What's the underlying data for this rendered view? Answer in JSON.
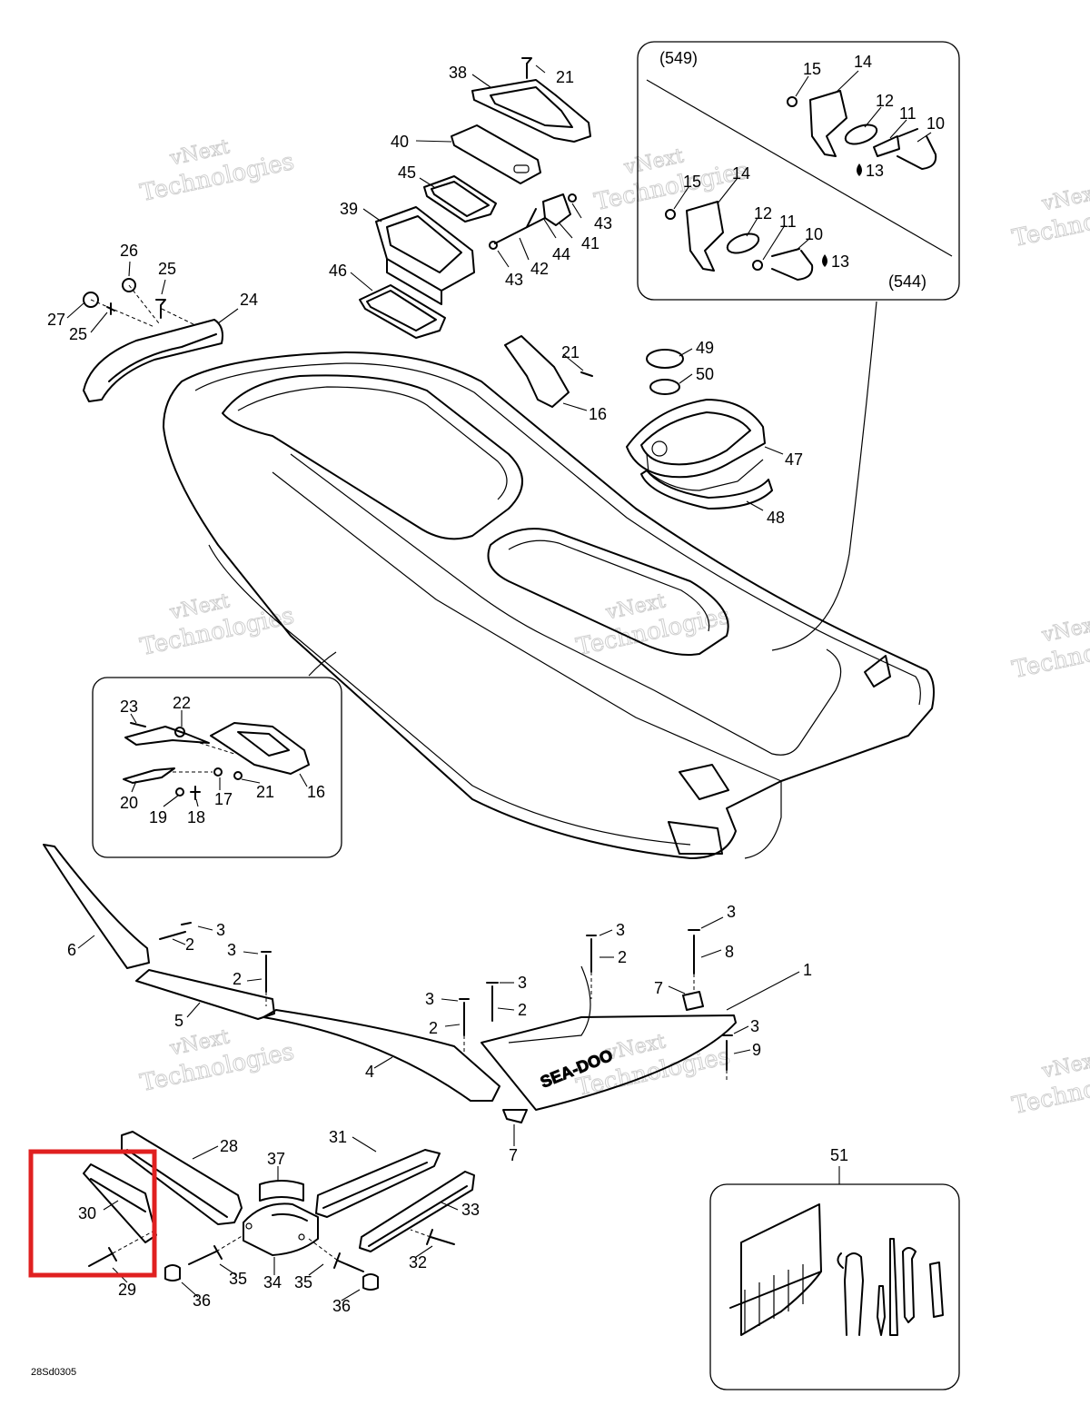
{
  "diagram_code": "28Sd0305",
  "inset_top_labels": [
    "(549)",
    "(544)"
  ],
  "kit_label": "51",
  "callouts": [
    {
      "id": "c21a",
      "text": "21"
    },
    {
      "id": "c38",
      "text": "38"
    },
    {
      "id": "c40",
      "text": "40"
    },
    {
      "id": "c45",
      "text": "45"
    },
    {
      "id": "c39",
      "text": "39"
    },
    {
      "id": "c43a",
      "text": "43"
    },
    {
      "id": "c44",
      "text": "44"
    },
    {
      "id": "c41",
      "text": "41"
    },
    {
      "id": "c42",
      "text": "42"
    },
    {
      "id": "c43b",
      "text": "43"
    },
    {
      "id": "c46",
      "text": "46"
    },
    {
      "id": "c15a",
      "text": "15"
    },
    {
      "id": "c14a",
      "text": "14"
    },
    {
      "id": "c12a",
      "text": "12"
    },
    {
      "id": "c11a",
      "text": "11"
    },
    {
      "id": "c10a",
      "text": "10"
    },
    {
      "id": "c13a",
      "text": "13"
    },
    {
      "id": "c15b",
      "text": "15"
    },
    {
      "id": "c14b",
      "text": "14"
    },
    {
      "id": "c12b",
      "text": "12"
    },
    {
      "id": "c11b",
      "text": "11"
    },
    {
      "id": "c10b",
      "text": "10"
    },
    {
      "id": "c13b",
      "text": "13"
    },
    {
      "id": "c26",
      "text": "26"
    },
    {
      "id": "c25a",
      "text": "25"
    },
    {
      "id": "c24",
      "text": "24"
    },
    {
      "id": "c27",
      "text": "27"
    },
    {
      "id": "c25b",
      "text": "25"
    },
    {
      "id": "c21b",
      "text": "21"
    },
    {
      "id": "c16a",
      "text": "16"
    },
    {
      "id": "c49",
      "text": "49"
    },
    {
      "id": "c50",
      "text": "50"
    },
    {
      "id": "c47",
      "text": "47"
    },
    {
      "id": "c48",
      "text": "48"
    },
    {
      "id": "c23",
      "text": "23"
    },
    {
      "id": "c22",
      "text": "22"
    },
    {
      "id": "c20",
      "text": "20"
    },
    {
      "id": "c17",
      "text": "17"
    },
    {
      "id": "c21c",
      "text": "21"
    },
    {
      "id": "c16b",
      "text": "16"
    },
    {
      "id": "c19",
      "text": "19"
    },
    {
      "id": "c18",
      "text": "18"
    },
    {
      "id": "c6",
      "text": "6"
    },
    {
      "id": "c3a",
      "text": "3"
    },
    {
      "id": "c2a",
      "text": "2"
    },
    {
      "id": "c3b",
      "text": "3"
    },
    {
      "id": "c2b",
      "text": "2"
    },
    {
      "id": "c5",
      "text": "5"
    },
    {
      "id": "c4",
      "text": "4"
    },
    {
      "id": "c3c",
      "text": "3"
    },
    {
      "id": "c2c",
      "text": "2"
    },
    {
      "id": "c3d",
      "text": "3"
    },
    {
      "id": "c2d",
      "text": "2"
    },
    {
      "id": "c3e",
      "text": "3"
    },
    {
      "id": "c2e",
      "text": "2"
    },
    {
      "id": "c3f",
      "text": "3"
    },
    {
      "id": "c8",
      "text": "8"
    },
    {
      "id": "c7a",
      "text": "7"
    },
    {
      "id": "c1",
      "text": "1"
    },
    {
      "id": "c3g",
      "text": "3"
    },
    {
      "id": "c9",
      "text": "9"
    },
    {
      "id": "c7b",
      "text": "7"
    },
    {
      "id": "c28",
      "text": "28"
    },
    {
      "id": "c37",
      "text": "37"
    },
    {
      "id": "c31",
      "text": "31"
    },
    {
      "id": "c30",
      "text": "30"
    },
    {
      "id": "c33",
      "text": "33"
    },
    {
      "id": "c29",
      "text": "29"
    },
    {
      "id": "c36a",
      "text": "36"
    },
    {
      "id": "c35a",
      "text": "35"
    },
    {
      "id": "c34",
      "text": "34"
    },
    {
      "id": "c35b",
      "text": "35"
    },
    {
      "id": "c32",
      "text": "32"
    },
    {
      "id": "c36b",
      "text": "36"
    }
  ],
  "brand_text": "SEA-DOO",
  "watermark": [
    "vNext",
    "Technologies"
  ],
  "highlight": {
    "part": "30",
    "color": "#e02020"
  }
}
